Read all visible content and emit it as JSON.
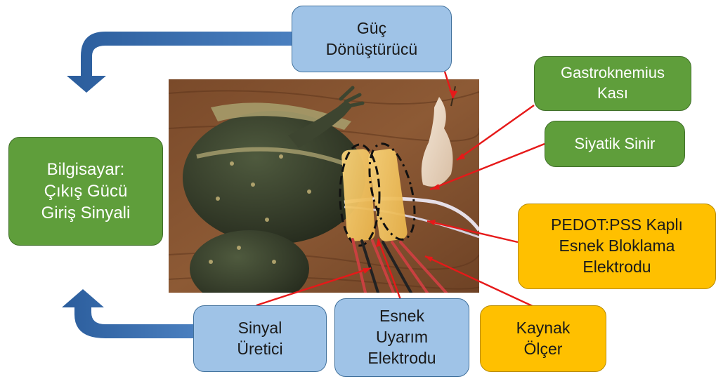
{
  "labels": {
    "power_converter": [
      "Güç",
      "Dönüştürücü"
    ],
    "gastrocnemius": [
      "Gastroknemius",
      "Kası"
    ],
    "sciatic": [
      "Siyatik Sinir"
    ],
    "computer": [
      "Bilgisayar:",
      "Çıkış Gücü",
      "Giriş Sinyali"
    ],
    "blocking_electrode": [
      "PEDOT:PSS Kaplı",
      "Esnek Bloklama",
      "Elektrodu"
    ],
    "signal_generator": [
      "Sinyal",
      "Üretici"
    ],
    "stimulation_electrode": [
      "Esnek",
      "Uyarım",
      "Elektrodu"
    ],
    "source_meter": [
      "Kaynak",
      "Ölçer"
    ]
  },
  "colors": {
    "box_blue": "#9fc3e7",
    "box_green": "#5f9e3b",
    "box_gold": "#ffc000",
    "arrow_blue": "#2e63a3",
    "pointer_red": "#e61919"
  }
}
